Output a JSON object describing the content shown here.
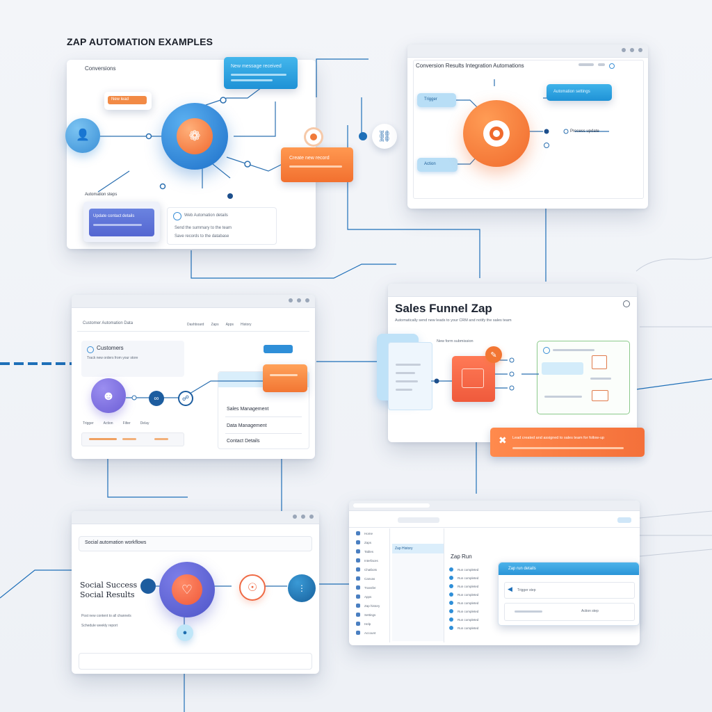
{
  "page": {
    "title": "ZAP AUTOMATION EXAMPLES"
  },
  "panel_a": {
    "header": "Conversions",
    "callout_blue": "New message received",
    "callout_orange": "New lead",
    "card_orange": "Create new record",
    "card_purple": "Update contact details",
    "subhead": "Automation steps",
    "info_text": "Web Automation details",
    "info_lines": [
      "Send the summary to the team",
      "Save records to the database"
    ]
  },
  "panel_b": {
    "header": "Conversion Results Integration Automations",
    "tag_blue": "Automation settings",
    "pill_top": "Trigger",
    "pill_bottom": "Action",
    "side_label": "Process update"
  },
  "panel_c": {
    "header": "Customer Automation Data",
    "nav": [
      "Dashboard",
      "Zaps",
      "Apps",
      "History"
    ],
    "section": "Customers",
    "subline": "Track new orders from your store",
    "list": [
      "Sales Management",
      "Data Management",
      "Contact Details"
    ],
    "footer": [
      "Trigger",
      "Action",
      "Filter",
      "Delay"
    ]
  },
  "panel_d": {
    "title": "Sales Funnel Zap",
    "subline": "Automatically send new leads to your CRM and notify the sales team",
    "step_label": "New form submission",
    "banner": "Lead created and assigned to sales team for follow-up"
  },
  "panel_e": {
    "header": "Social automation workflows",
    "heading_1": "Social Success",
    "heading_2": "Social Results",
    "rows": [
      "Post new content to all channels",
      "Schedule weekly report"
    ]
  },
  "panel_f": {
    "nav": [
      "Home",
      "Zaps",
      "Tables",
      "Interfaces",
      "Chatbots",
      "Canvas",
      "Transfer",
      "Apps",
      "Zap history",
      "Settings",
      "Help",
      "Account"
    ],
    "section": "Zap History",
    "title": "Zap Run",
    "table": [
      "Run completed",
      "Run completed",
      "Run completed",
      "Run completed",
      "Run completed",
      "Run completed",
      "Run completed",
      "Run completed"
    ],
    "dialog_title": "Zap run details",
    "dialog_items": [
      "Trigger step",
      "Action step"
    ]
  },
  "colors": {
    "accent_blue": "#2f8fd8",
    "accent_orange": "#f0733a",
    "purple": "#6d5fd6",
    "line": "#1e6fb8"
  }
}
